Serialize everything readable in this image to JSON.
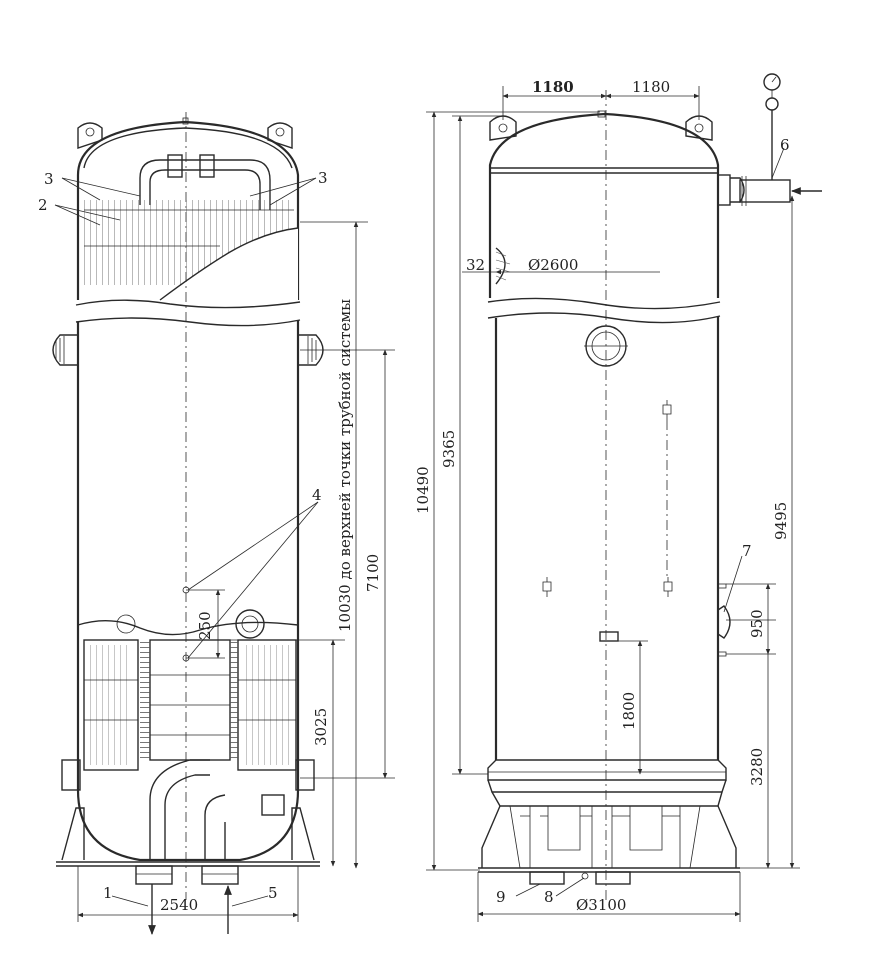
{
  "left_view": {
    "dimensions": {
      "total_height_note": "10030 до верхней точки трубной системы",
      "height_7100": "7100",
      "height_3025": "3025",
      "gap_250": "250",
      "width_2540": "2540"
    },
    "callouts": {
      "c1": "1",
      "c2": "2",
      "c3_left": "3",
      "c3_right": "3",
      "c4": "4",
      "c5": "5"
    }
  },
  "right_view": {
    "dimensions": {
      "top_left_half": "1180",
      "top_right_half": "1180",
      "total_height": "10490",
      "shell_height": "9365",
      "right_height": "9495",
      "shell_diameter": "Ø2600",
      "wall_thickness": "32",
      "height_950": "950",
      "height_1800": "1800",
      "height_3280": "3280",
      "base_diameter": "Ø3100"
    },
    "callouts": {
      "c6": "6",
      "c7": "7",
      "c8": "8",
      "c9": "9"
    }
  },
  "colors": {
    "line": "#2a2a2a",
    "paper": "#ffffff"
  }
}
